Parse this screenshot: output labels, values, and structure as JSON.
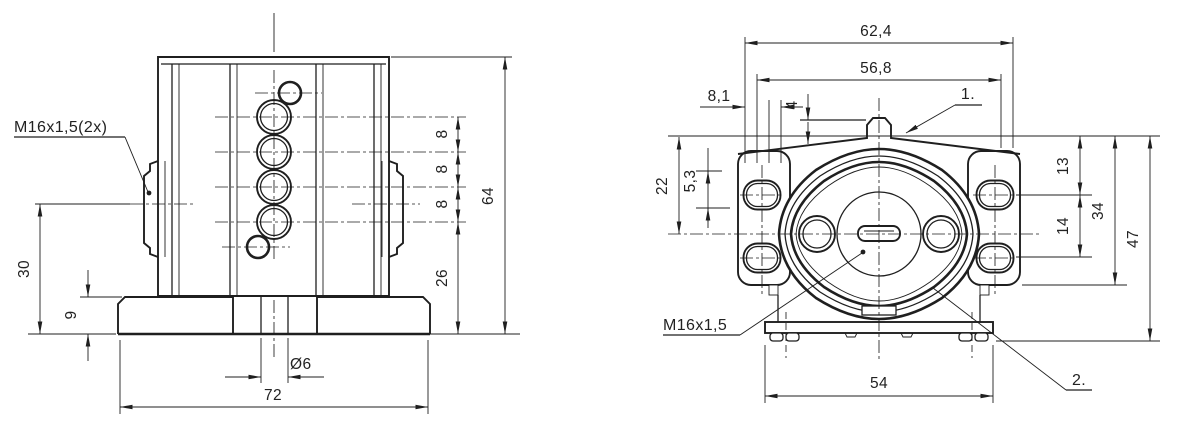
{
  "left_view": {
    "thread_note": "M16x1,5(2x)",
    "dim_30": "30",
    "dim_9": "9",
    "dim_8_1st": "8",
    "dim_8_2nd": "8",
    "dim_8_3rd": "8",
    "dim_64": "64",
    "dim_26": "26",
    "dim_dia6": "Ø6",
    "dim_72": "72"
  },
  "right_view": {
    "thread_note": "M16x1,5",
    "ref_1": "1.",
    "ref_2": "2.",
    "dim_62_4": "62,4",
    "dim_56_8": "56,8",
    "dim_8_1": "8,1",
    "dim_4": "4",
    "dim_22": "22",
    "dim_5_3": "5,3",
    "dim_13": "13",
    "dim_14": "14",
    "dim_34": "34",
    "dim_47": "47",
    "dim_54": "54"
  },
  "colors": {
    "line": "#1f1f1f",
    "background": "#ffffff"
  }
}
